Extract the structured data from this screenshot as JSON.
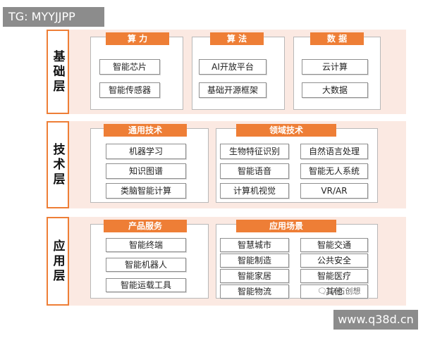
{
  "watermark_tag": "TG: MYYJJPP",
  "watermark_url": "www.q38d.cn",
  "watermark_logo": "🗨 灰石创想",
  "colors": {
    "accent": "#ee7e36",
    "band": "#fbe9e2",
    "item_border": "#8f8f8f"
  },
  "layers": {
    "base": {
      "label": "基础层",
      "groups": [
        {
          "title": "算 力",
          "items": [
            "智能芯片",
            "智能传感器"
          ]
        },
        {
          "title": "算 法",
          "items": [
            "AI开放平台",
            "基础开源框架"
          ]
        },
        {
          "title": "数 据",
          "items": [
            "云计算",
            "大数据"
          ]
        }
      ]
    },
    "tech": {
      "label": "技术层",
      "groups": [
        {
          "title": "通用技术",
          "items": [
            "机器学习",
            "知识图谱",
            "类脑智能计算"
          ]
        },
        {
          "title": "领域技术",
          "items": [
            "生物特征识别",
            "自然语言处理",
            "智能语音",
            "智能无人系统",
            "计算机视觉",
            "VR/AR"
          ]
        }
      ]
    },
    "app": {
      "label": "应用层",
      "groups": [
        {
          "title": "产品服务",
          "items": [
            "智能终端",
            "智能机器人",
            "智能运载工具"
          ]
        },
        {
          "title": "应用场景",
          "items": [
            "智慧城市",
            "智能交通",
            "智能制造",
            "公共安全",
            "智能家居",
            "智能医疗",
            "智能物流",
            "其他"
          ]
        }
      ]
    }
  }
}
